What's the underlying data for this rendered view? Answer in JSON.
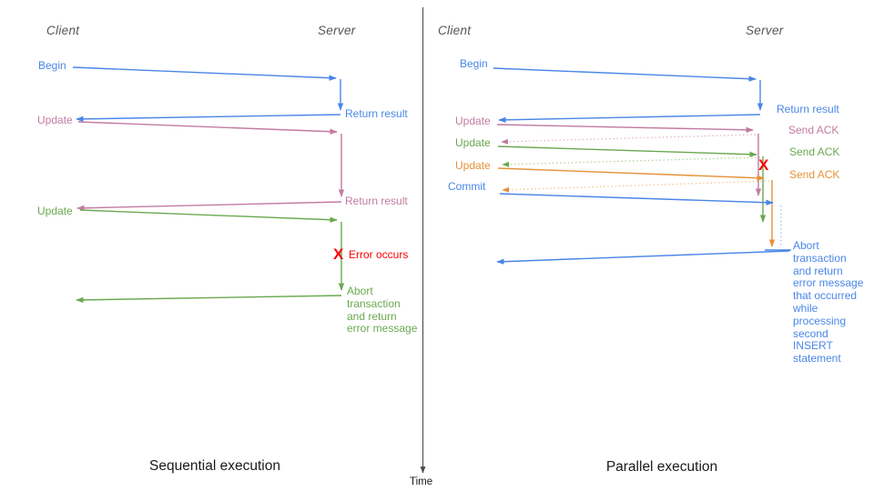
{
  "palette": {
    "blue": "#4a86e8",
    "blue_light": "#9cc0f4",
    "pink": "#c27ba0",
    "pink_light": "#dcb3c9",
    "green": "#6aa84f",
    "green_light": "#aed29c",
    "orange": "#e69138",
    "orange_light": "#f4c18c",
    "red": "#ff0000",
    "header_gray": "#555555",
    "axis_gray": "#4a4a4a",
    "title_black": "#1a1a1a"
  },
  "time_axis": {
    "label": "Time"
  },
  "sequential": {
    "title": "Sequential execution",
    "client_header": "Client",
    "server_header": "Server",
    "msg_begin": "Begin",
    "return_result_1": "Return result",
    "msg_update_1": "Update",
    "return_result_2": "Return result",
    "msg_update_2": "Update",
    "error_mark": "X",
    "error_label": "Error occurs",
    "abort_label": "Abort\ntransaction\nand return\nerror message"
  },
  "parallel": {
    "title": "Parallel execution",
    "client_header": "Client",
    "server_header": "Server",
    "msg_begin": "Begin",
    "return_result": "Return result",
    "msg_update_1": "Update",
    "ack_1": "Send ACK",
    "msg_update_2": "Update",
    "ack_2": "Send ACK",
    "msg_update_3": "Update",
    "ack_3": "Send ACK",
    "msg_commit": "Commit",
    "error_mark": "X",
    "abort_label": "Abort\ntransaction\nand return\nerror message\nthat occurred\nwhile\nprocessing\nsecond\nINSERT\nstatement"
  }
}
